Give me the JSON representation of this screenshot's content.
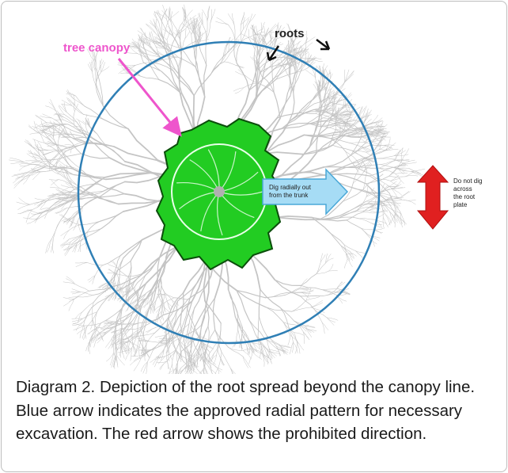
{
  "labels": {
    "tree_canopy": "tree canopy",
    "roots": "roots",
    "blue_arrow_line1": "Dig radially out",
    "blue_arrow_line2": "from the trunk",
    "red_arrow_lines": [
      "Do not dig",
      "across",
      "the root",
      "plate"
    ]
  },
  "caption": "Diagram 2. Depiction of the root spread beyond the canopy line. Blue arrow indicates the approved radial pattern for necessary excavation. The red arrow shows the prohibited direction.",
  "colors": {
    "canopy_fill": "#22cc22",
    "canopy_outline": "#0b4d0b",
    "dripline_circle": "#2f7fb5",
    "tree_canopy_label": "#ee55cc",
    "blue_arrow_fill": "#a6dcf5",
    "red_arrow_fill": "#e02020",
    "roots": "#c4c4c4"
  }
}
